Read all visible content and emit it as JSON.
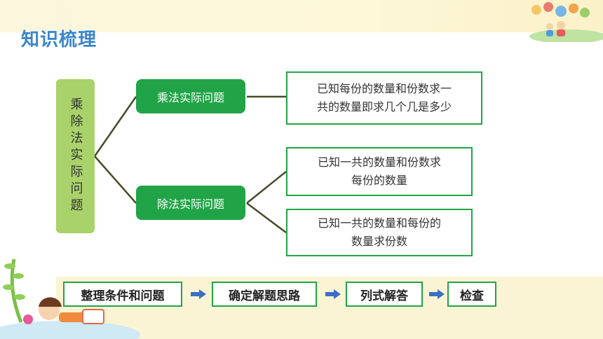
{
  "header": {
    "title": "知识梳理"
  },
  "tree": {
    "root_label": "乘除法实际问题",
    "branches": [
      {
        "label": "乘法实际问题",
        "descriptions": [
          "已知每份的数量和份数求一共的数量即求几个几是多少"
        ]
      },
      {
        "label": "除法实际问题",
        "descriptions": [
          "已知一共的数量和份数求每份的数量",
          "已知一共的数量和每份的数量求份数"
        ]
      }
    ]
  },
  "desc_lines": {
    "d1": [
      "已知每份的数量和份数求一",
      "共的数量即求几个几是多少"
    ],
    "d2": [
      "已知一共的数量和份数求",
      "每份的数量"
    ],
    "d3": [
      "已知一共的数量和每份的",
      "数量求份数"
    ]
  },
  "steps": [
    "整理条件和问题",
    "确定解题思路",
    "列式解答",
    "检查"
  ],
  "colors": {
    "accent_green": "#21a447",
    "root_green": "#a9d26a",
    "title_blue": "#3a86c9",
    "band_yellow": "#fbf4d4"
  },
  "icons": {
    "arrow": "right-arrow-icon"
  }
}
